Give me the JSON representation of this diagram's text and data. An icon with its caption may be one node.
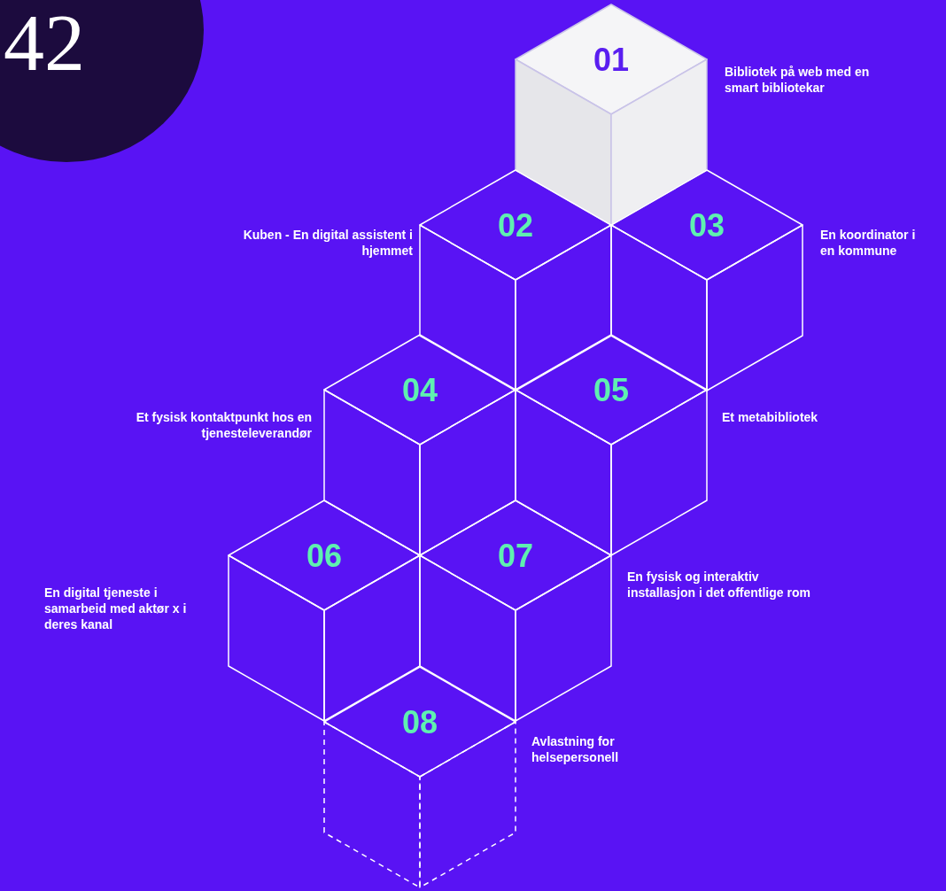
{
  "diagram": {
    "nodes": [
      {
        "text": [
          "01"
        ],
        "beside": [
          "Bibliotek på web med en smart bibliotekar"
        ]
      },
      {
        "text": [
          "02"
        ],
        "beside": [
          "Kuben - En digital assistent i hjemmet"
        ]
      },
      {
        "text": [
          "03"
        ],
        "beside": [
          "En koordinator i en kommune"
        ]
      },
      {
        "text": [
          "04"
        ],
        "beside": [
          "Et fysisk kontaktpunkt hos en tjenesteleverandør"
        ]
      },
      {
        "text": [
          "05"
        ],
        "beside": [
          "Et metabibliotek"
        ]
      },
      {
        "text": [
          "06"
        ],
        "beside": [
          "En digital tjeneste i samarbeid med aktør x i deres kanal"
        ]
      },
      {
        "text": [
          "07"
        ],
        "beside": [
          "En fysisk og interaktiv installasjon i det offentlige rom"
        ]
      },
      {
        "text": [
          "08"
        ],
        "beside": [
          "Avlastning for helsepersonell"
        ]
      }
    ],
    "labels": [
      "42"
    ]
  }
}
